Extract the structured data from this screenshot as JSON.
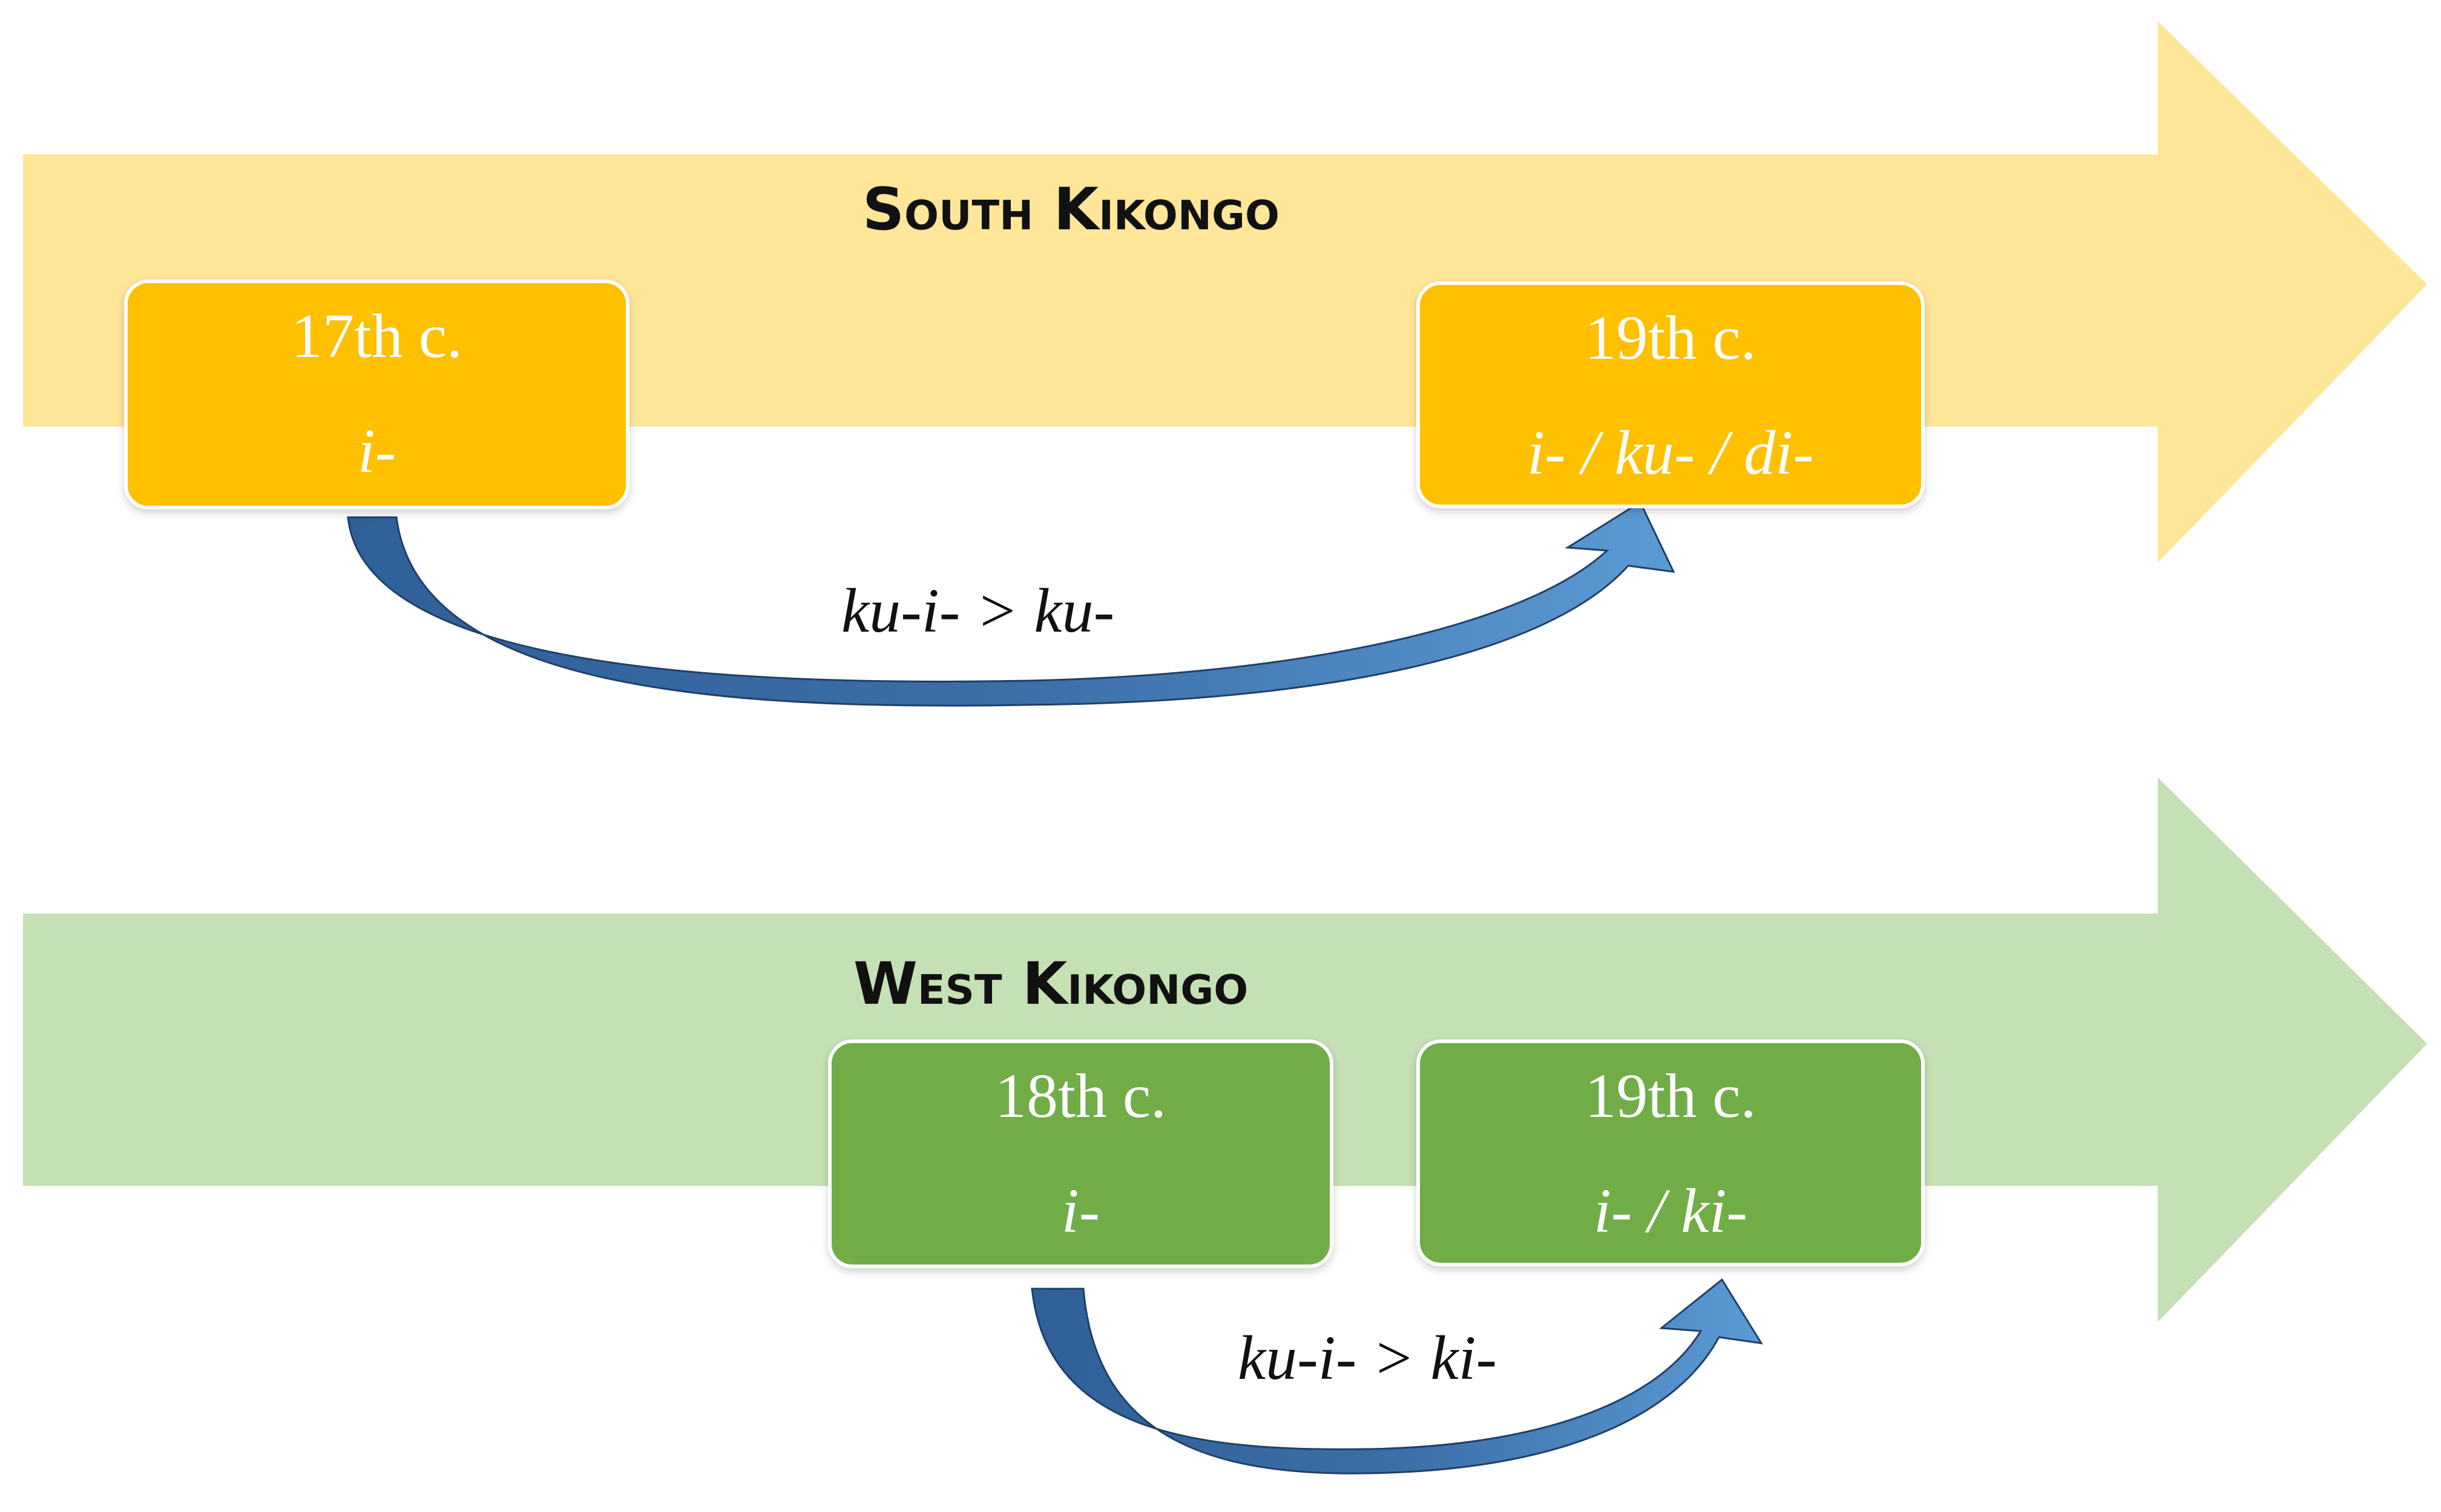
{
  "colors": {
    "south_band": "#ffe699",
    "south_box": "#ffc000",
    "west_band": "#c5e0b4",
    "west_box": "#70ad47",
    "curve_arrow": "#4f81bd"
  },
  "rows": [
    {
      "id": "south",
      "title": "South Kikongo",
      "stages": [
        {
          "period": "17th c.",
          "form": "i-"
        },
        {
          "period": "19th c.",
          "form": "i- / ku- / di-"
        }
      ],
      "change": "ku-i- > ku-"
    },
    {
      "id": "west",
      "title": "West Kikongo",
      "stages": [
        {
          "period": "18th c.",
          "form": "i-"
        },
        {
          "period": "19th c.",
          "form": "i- / ki-"
        }
      ],
      "change": "ku-i- > ki-"
    }
  ]
}
